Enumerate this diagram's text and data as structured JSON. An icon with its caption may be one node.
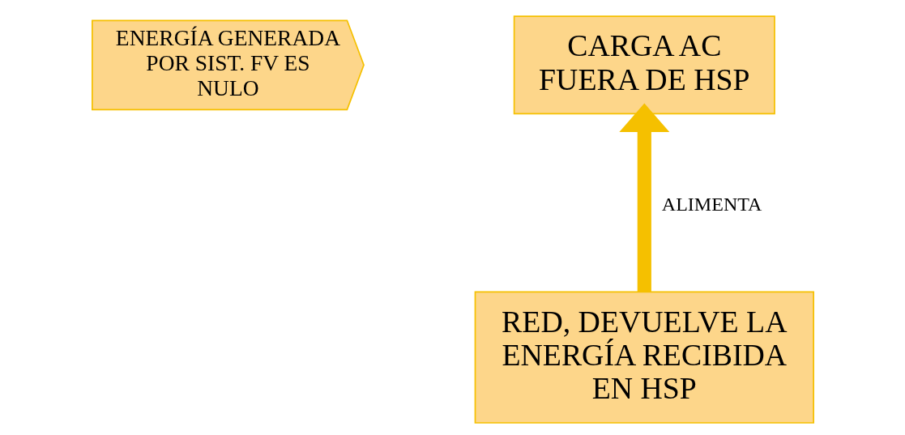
{
  "diagram": {
    "nodes": [
      {
        "text": [
          "ENERGÍA GENERADA POR SIST. FV ES NULO"
        ]
      },
      {
        "text": [
          "CARGA AC FUERA DE HSP"
        ]
      },
      {
        "text": [
          "RED, DEVUELVE LA ENERGÍA RECIBIDA EN HSP"
        ]
      }
    ],
    "edges": [
      {
        "from": 2,
        "to": 1,
        "arrow": "to",
        "label": "ALIMENTA"
      }
    ]
  }
}
